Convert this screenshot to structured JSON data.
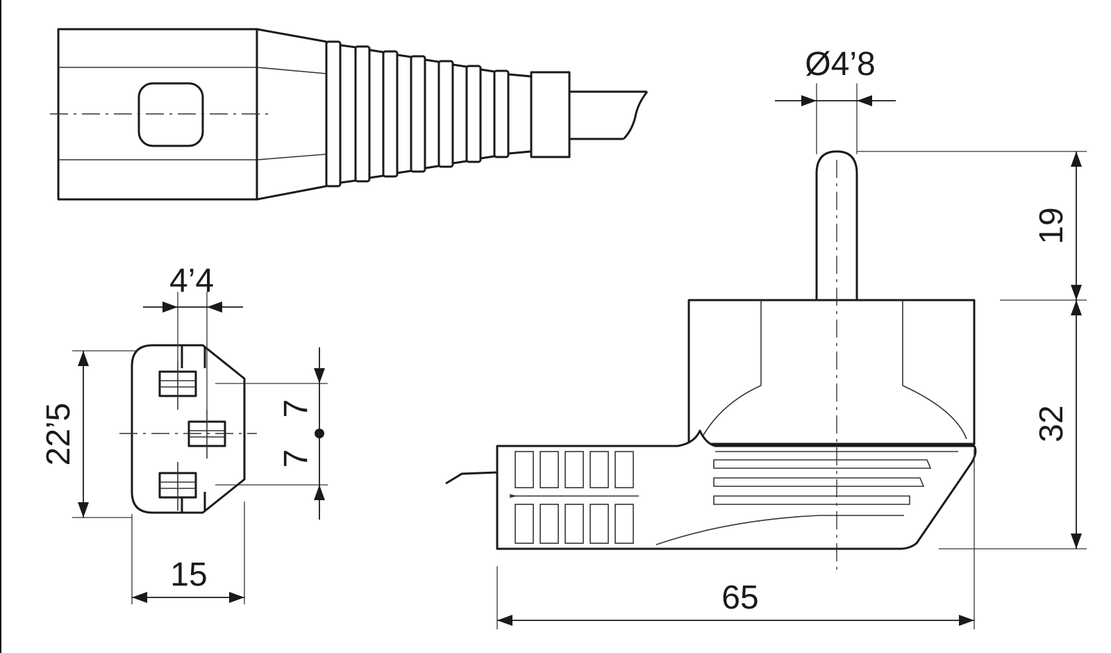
{
  "drawing": {
    "dimensions": {
      "pin_diameter": "Ø4’8",
      "pin_spacing": "4’4",
      "face_height": "22’5",
      "face_width": "15",
      "offset_upper": "7",
      "offset_lower": "7",
      "pin_length": "19",
      "body_height": "32",
      "overall_length": "65"
    }
  }
}
